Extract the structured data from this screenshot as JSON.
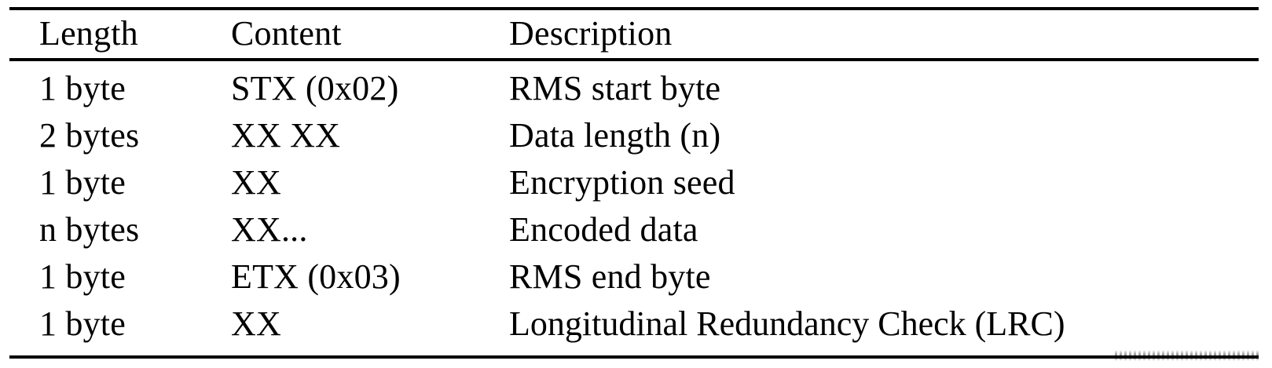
{
  "figure": {
    "kind": "booktabs-table",
    "background_color": "#ffffff",
    "text_color": "#000000",
    "rule_color": "#000000"
  },
  "table": {
    "columns": [
      {
        "key": "length",
        "header": "Length"
      },
      {
        "key": "content",
        "header": "Content"
      },
      {
        "key": "description",
        "header": "Description"
      }
    ],
    "rows": [
      {
        "length": "1 byte",
        "content": "STX (0x02)",
        "description": "RMS start byte"
      },
      {
        "length": "2 bytes",
        "content": "XX XX",
        "description": "Data length (n)"
      },
      {
        "length": "1 byte",
        "content": "XX",
        "description": "Encryption seed"
      },
      {
        "length": "n bytes",
        "content": "XX...",
        "description": "Encoded data"
      },
      {
        "length": "1 byte",
        "content": "ETX (0x03)",
        "description": "RMS end byte"
      },
      {
        "length": "1 byte",
        "content": "XX",
        "description": "Longitudinal Redundancy Check (LRC)"
      }
    ]
  }
}
